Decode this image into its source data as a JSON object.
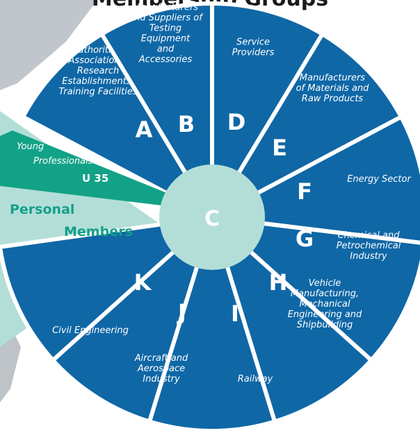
{
  "title": "Membership Groups",
  "colors": {
    "segment": "#0f67a6",
    "center": "#b3ded8",
    "young": "#12a287",
    "personal_text": "#14a08a"
  },
  "segments": [
    {
      "id": "A",
      "letter": "A",
      "lines": [
        "Authorities,",
        "Associations,",
        "Research",
        "Establishments,",
        "Training Facilities"
      ]
    },
    {
      "id": "B",
      "letter": "B",
      "lines": [
        "Manufacturers",
        "and Suppliers of",
        "Testing",
        "Equipment",
        "and",
        "Accessories"
      ]
    },
    {
      "id": "D",
      "letter": "D",
      "lines": [
        "Service",
        "Providers"
      ]
    },
    {
      "id": "E",
      "letter": "E",
      "lines": [
        "Manufacturers",
        "of Materials and",
        "Raw Products"
      ]
    },
    {
      "id": "F",
      "letter": "F",
      "lines": [
        "Energy Sector"
      ]
    },
    {
      "id": "G",
      "letter": "G",
      "lines": [
        "Chemical and",
        "Petrochemical",
        "Industry"
      ]
    },
    {
      "id": "H",
      "letter": "H",
      "lines": [
        "Vehicle",
        "Manufacturing,",
        "Mechanical",
        "Engineering and",
        "Shipbuilding"
      ]
    },
    {
      "id": "I",
      "letter": "I",
      "lines": [
        "Railway"
      ]
    },
    {
      "id": "J",
      "letter": "J",
      "lines": [
        "Aircraft and",
        "Aerospace",
        "Industry"
      ]
    },
    {
      "id": "K",
      "letter": "K",
      "lines": [
        "Civil Engineering"
      ]
    }
  ],
  "center": {
    "letter": "C"
  },
  "personal": {
    "line1": "Personal",
    "line2": "Members"
  },
  "young": {
    "line1": "Young",
    "line2": "Professionals",
    "code": "U 35"
  }
}
